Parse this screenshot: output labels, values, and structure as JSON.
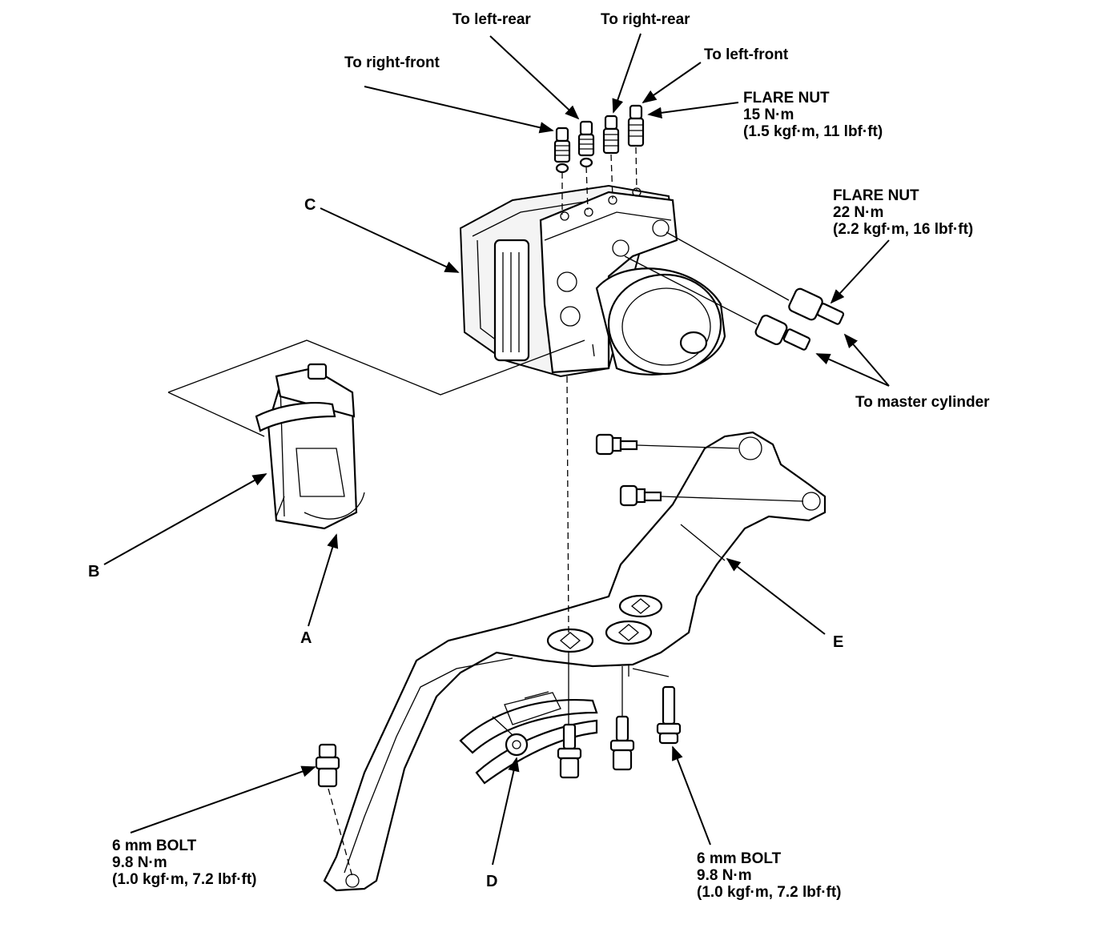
{
  "labels": {
    "to_left_rear": "To left-rear",
    "to_right_rear": "To right-rear",
    "to_right_front": "To right-front",
    "to_left_front": "To left-front",
    "flare_nut_15": [
      "FLARE NUT",
      "15 N·m",
      "(1.5 kgf·m, 11 lbf·ft)"
    ],
    "flare_nut_22": [
      "FLARE NUT",
      "22 N·m",
      "(2.2 kgf·m, 16 lbf·ft)"
    ],
    "to_master_cylinder": "To master cylinder",
    "bolt_left": [
      "6 mm BOLT",
      "9.8 N·m",
      "(1.0 kgf·m, 7.2 lbf·ft)"
    ],
    "bolt_right": [
      "6 mm BOLT",
      "9.8 N·m",
      "(1.0 kgf·m, 7.2 lbf·ft)"
    ]
  },
  "callouts": {
    "a": "A",
    "b": "B",
    "c": "C",
    "d": "D",
    "e": "E"
  }
}
